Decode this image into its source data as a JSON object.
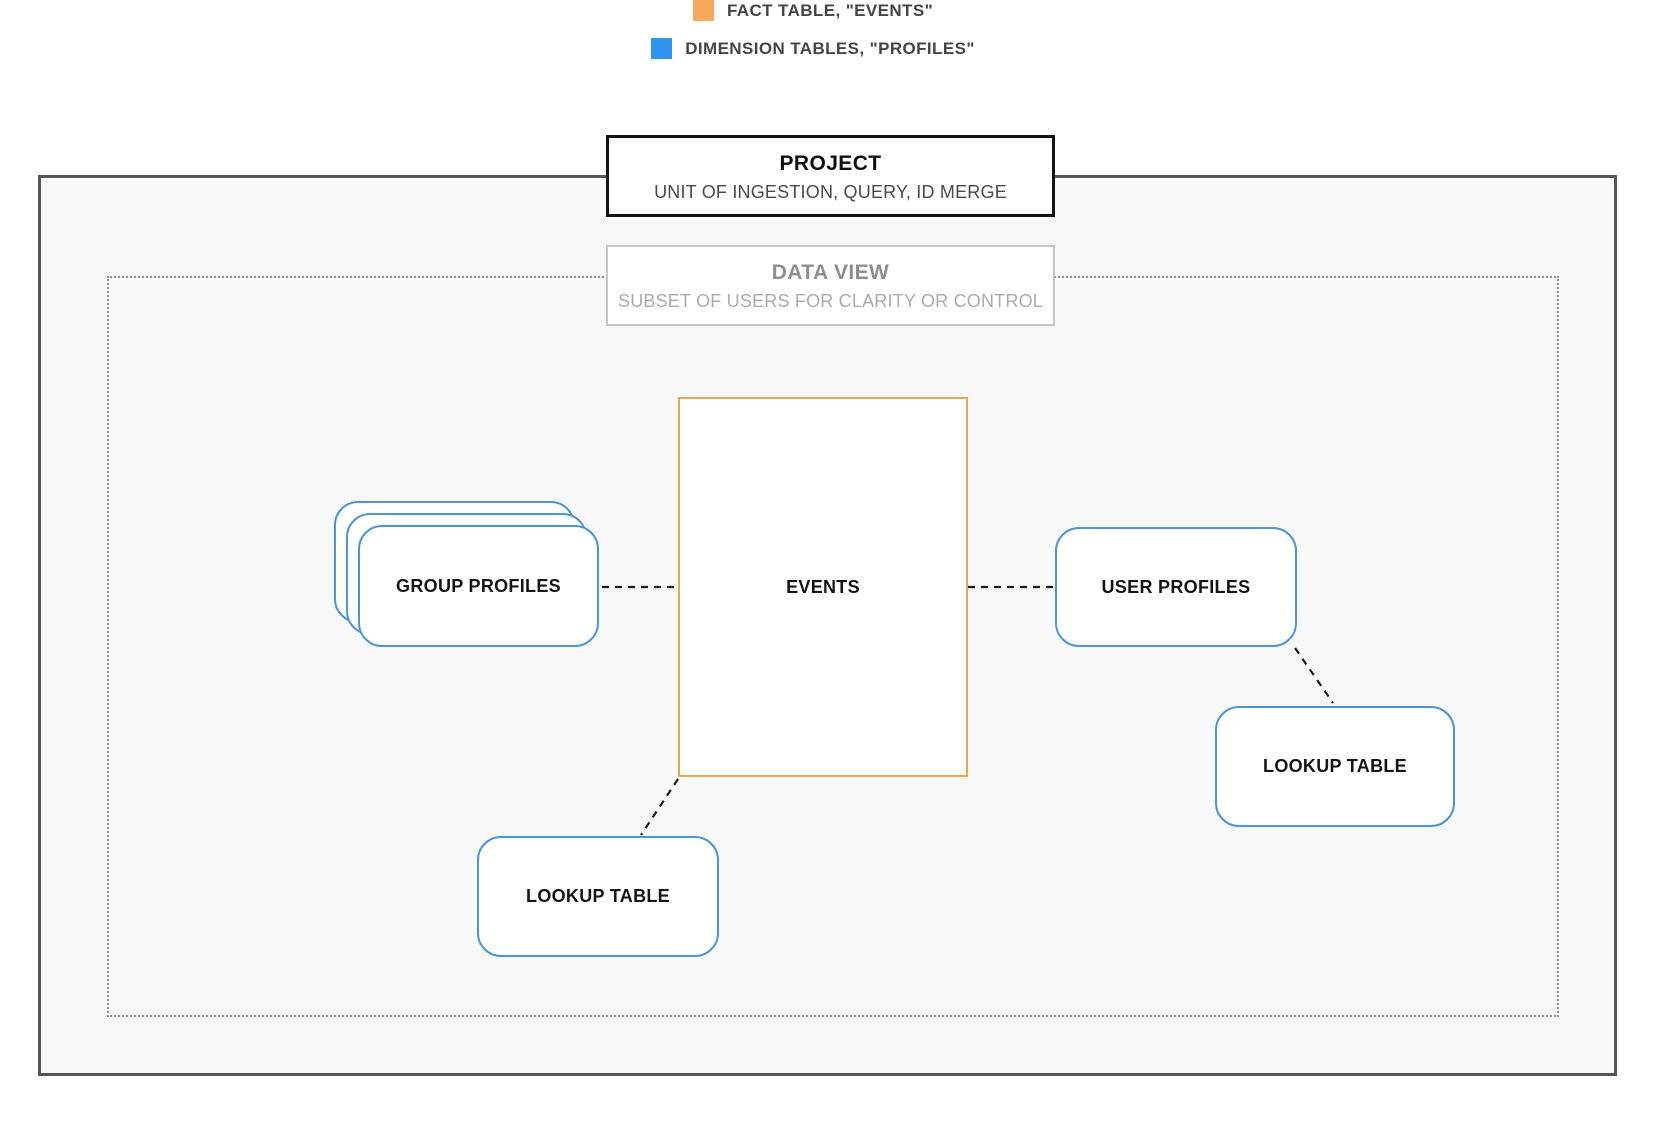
{
  "colors": {
    "fact_orange": "#F4A859",
    "dimension_blue": "#2E96F2",
    "fact_border_orange": "#E9A64F",
    "dimension_border_blue": "#4D94D8"
  },
  "legend": {
    "items": [
      {
        "label": "FACT TABLE, \"EVENTS\""
      },
      {
        "label": "DIMENSION TABLES, \"PROFILES\""
      }
    ]
  },
  "project": {
    "title": "PROJECT",
    "subtitle": "UNIT OF INGESTION, QUERY, ID MERGE"
  },
  "data_view": {
    "title": "DATA VIEW",
    "subtitle": "SUBSET OF USERS FOR CLARITY OR CONTROL"
  },
  "nodes": {
    "group_profiles": {
      "label": "GROUP PROFILES"
    },
    "events": {
      "label": "EVENTS"
    },
    "user_profiles": {
      "label": "USER PROFILES"
    },
    "lookup_table_bottom": {
      "label": "LOOKUP TABLE"
    },
    "lookup_table_right": {
      "label": "LOOKUP TABLE"
    }
  }
}
